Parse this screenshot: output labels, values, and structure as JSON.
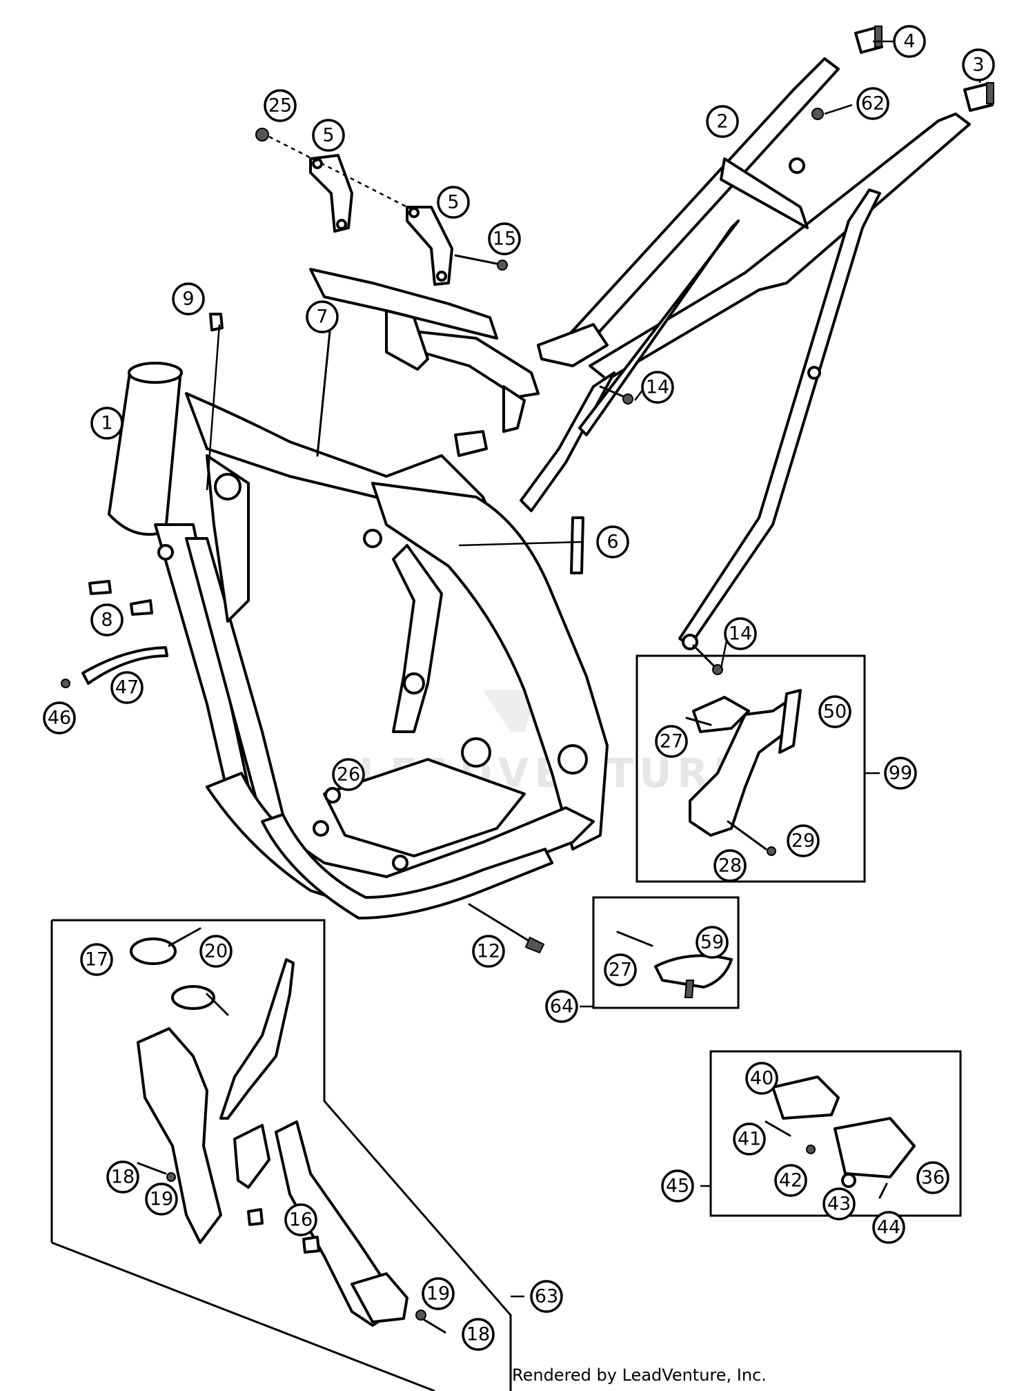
{
  "diagram": {
    "watermark": "LEADVENTURE",
    "footer": "Rendered by LeadVenture, Inc.",
    "callouts": [
      {
        "id": "c1",
        "label": "1"
      },
      {
        "id": "c2",
        "label": "2"
      },
      {
        "id": "c3",
        "label": "3"
      },
      {
        "id": "c4",
        "label": "4"
      },
      {
        "id": "c5a",
        "label": "5"
      },
      {
        "id": "c5b",
        "label": "5"
      },
      {
        "id": "c6",
        "label": "6"
      },
      {
        "id": "c7",
        "label": "7"
      },
      {
        "id": "c8",
        "label": "8"
      },
      {
        "id": "c9",
        "label": "9"
      },
      {
        "id": "c12",
        "label": "12"
      },
      {
        "id": "c14a",
        "label": "14"
      },
      {
        "id": "c14b",
        "label": "14"
      },
      {
        "id": "c15",
        "label": "15"
      },
      {
        "id": "c16",
        "label": "16"
      },
      {
        "id": "c17",
        "label": "17"
      },
      {
        "id": "c18a",
        "label": "18"
      },
      {
        "id": "c18b",
        "label": "18"
      },
      {
        "id": "c19a",
        "label": "19"
      },
      {
        "id": "c19b",
        "label": "19"
      },
      {
        "id": "c20",
        "label": "20"
      },
      {
        "id": "c25",
        "label": "25"
      },
      {
        "id": "c26",
        "label": "26"
      },
      {
        "id": "c27a",
        "label": "27"
      },
      {
        "id": "c27b",
        "label": "27"
      },
      {
        "id": "c28",
        "label": "28"
      },
      {
        "id": "c29",
        "label": "29"
      },
      {
        "id": "c36",
        "label": "36"
      },
      {
        "id": "c40",
        "label": "40"
      },
      {
        "id": "c41",
        "label": "41"
      },
      {
        "id": "c42",
        "label": "42"
      },
      {
        "id": "c43",
        "label": "43"
      },
      {
        "id": "c44",
        "label": "44"
      },
      {
        "id": "c45",
        "label": "45"
      },
      {
        "id": "c46",
        "label": "46"
      },
      {
        "id": "c47",
        "label": "47"
      },
      {
        "id": "c50",
        "label": "50"
      },
      {
        "id": "c59",
        "label": "59"
      },
      {
        "id": "c62",
        "label": "62"
      },
      {
        "id": "c63",
        "label": "63"
      },
      {
        "id": "c64",
        "label": "64"
      },
      {
        "id": "c99",
        "label": "99"
      }
    ]
  }
}
